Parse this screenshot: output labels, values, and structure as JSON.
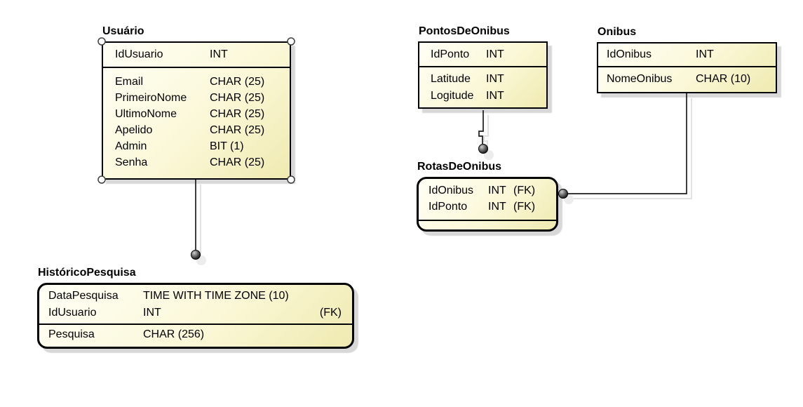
{
  "diagram": {
    "kind": "entity-relationship-diagram",
    "notation": "IDEF1X",
    "colors": {
      "canvas_background": "#ffffff",
      "entity_fill_light": "#fffff6",
      "entity_fill_dark": "#efeab0",
      "entity_border": "#000000",
      "drop_shadow": "#d8d8d8",
      "connector_line": "#1c1c1c",
      "connector_shadow": "#e2e2e2",
      "selection_handle_fill": "#ffffff"
    }
  },
  "entities": {
    "usuario": {
      "title": "Usuário",
      "selected": true,
      "pk": [
        {
          "name": "IdUsuario",
          "type": "INT"
        }
      ],
      "attrs": [
        {
          "name": "Email",
          "type": "CHAR (25)"
        },
        {
          "name": "PrimeiroNome",
          "type": "CHAR (25)"
        },
        {
          "name": "UltimoNome",
          "type": "CHAR (25)"
        },
        {
          "name": "Apelido",
          "type": "CHAR (25)"
        },
        {
          "name": "Admin",
          "type": "BIT (1)"
        },
        {
          "name": "Senha",
          "type": "CHAR (25)"
        }
      ]
    },
    "pontos_de_onibus": {
      "title": "PontosDeOnibus",
      "pk": [
        {
          "name": "IdPonto",
          "type": "INT"
        }
      ],
      "attrs": [
        {
          "name": "Latitude",
          "type": "INT"
        },
        {
          "name": "Logitude",
          "type": "INT"
        }
      ]
    },
    "onibus": {
      "title": "Onibus",
      "pk": [
        {
          "name": "IdOnibus",
          "type": "INT"
        }
      ],
      "attrs": [
        {
          "name": "NomeOnibus",
          "type": "CHAR (10)"
        }
      ]
    },
    "rotas_de_onibus": {
      "title": "RotasDeOnibus",
      "pk": [
        {
          "name": "IdOnibus",
          "type": "INT",
          "fk": "(FK)"
        },
        {
          "name": "IdPonto",
          "type": "INT",
          "fk": "(FK)"
        }
      ],
      "attrs": []
    },
    "historico_pesquisa": {
      "title": "HistóricoPesquisa",
      "pk": [
        {
          "name": "DataPesquisa",
          "type": "TIME WITH TIME ZONE (10)",
          "fk": ""
        },
        {
          "name": "IdUsuario",
          "type": "INT",
          "fk": "(FK)"
        }
      ],
      "attrs": [
        {
          "name": "Pesquisa",
          "type": "CHAR (256)"
        }
      ]
    }
  },
  "relationships": [
    {
      "from": "Usuário",
      "to": "HistóricoPesquisa"
    },
    {
      "from": "PontosDeOnibus",
      "to": "RotasDeOnibus"
    },
    {
      "from": "Onibus",
      "to": "RotasDeOnibus"
    }
  ]
}
